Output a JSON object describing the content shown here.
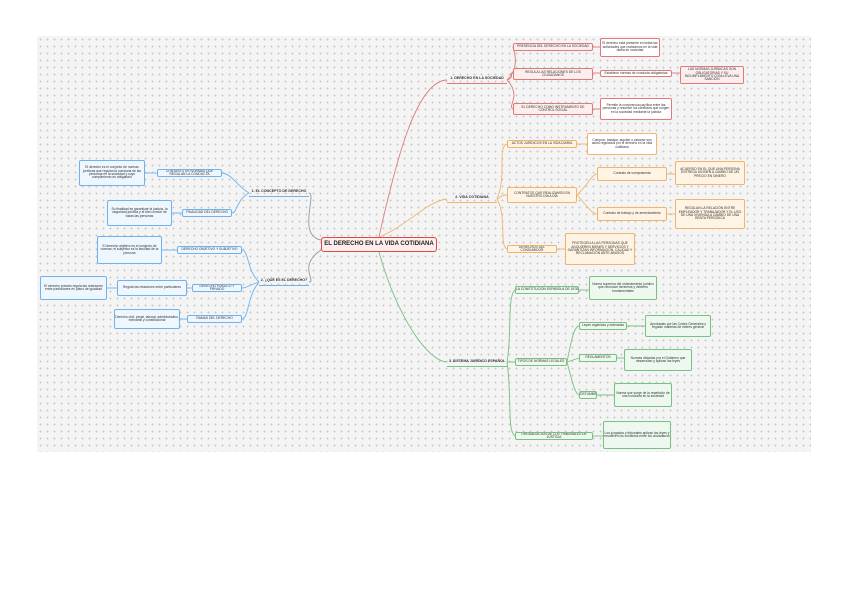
{
  "root": "EL DERECHO EN LA VIDA COTIDIANA",
  "colors": {
    "red": "#e07a7a",
    "orange": "#f0b46a",
    "green": "#79c083",
    "blue": "#6fb3ee",
    "root": "#d94a4a"
  },
  "red_branch": {
    "title": "1. DERECHO EN LA SOCIEDAD",
    "sub1": "PRESENCIA DEL DERECHO EN LA SOCIEDAD",
    "sub1_note": "El derecho está presente en todas las actividades que realizamos en la vida diaria en sociedad",
    "sub2": "REGULA LAS RELACIONES DE LOS CIUDADANOS",
    "sub2_note": "Establece normas de conducta obligatorias",
    "sub2_note2": "LAS NORMAS JURÍDICAS SON OBLIGATORIAS Y SU INCUMPLIMIENTO CONLLEVA UNA SANCIÓN",
    "sub3": "EL DERECHO COMO INSTRUMENTO DE CONTROL SOCIAL",
    "sub3_note": "Permite la convivencia pacífica entre las personas y resuelve los conflictos que surgen en la sociedad mediante la justicia"
  },
  "orange_branch": {
    "title": "2. VIDA COTIDIANA",
    "sub1": "ACTOS JURÍDICOS EN LA VIDA DIARIA",
    "sub1_note": "Comprar, trabajar, alquilar o casarse son actos regulados por el derecho en la vida cotidiana",
    "sub2": "CONTRATOS QUE REALIZAMOS EN NUESTRO DÍA A DÍA",
    "sub2_a": "Contrato de compraventa",
    "sub2_a_note": "ACUERDO EN EL QUE UNA PERSONA ENTREGA UN BIEN A CAMBIO DE UN PRECIO EN DINERO",
    "sub2_b": "Contrato de trabajo y de arrendamiento",
    "sub2_b_note": "REGULAN LA RELACIÓN ENTRE EMPLEADOR Y TRABAJADOR Y EL USO DE UNA VIVIENDA A CAMBIO DE UNA RENTA PERIÓDICA",
    "sub3": "DERECHOS DEL CONSUMIDOR",
    "sub3_note": "PROTEGEN A LAS PERSONAS QUE ADQUIEREN BIENES Y SERVICIOS Y GARANTIZAN INFORMACIÓN, CALIDAD Y RECLAMACIÓN ANTE ABUSOS"
  },
  "green_branch": {
    "title": "3. SISTEMA JURÍDICO ESPAÑOL",
    "sub1": "LA CONSTITUCIÓN ESPAÑOLA DE 1978",
    "sub1_note": "Norma suprema del ordenamiento jurídico que reconoce derechos y deberes fundamentales",
    "sub2": "TIPOS DE NORMAS LEGALES",
    "sub2_a": "Leyes orgánicas y ordinarias",
    "sub2_a_note": "Aprobadas por las Cortes Generales y regulan materias de interés general",
    "sub2_b": "REGLAMENTOS",
    "sub2_b_note": "Normas dictadas por el Gobierno que desarrollan y aplican las leyes",
    "sub2_c": "COSTUMBRE",
    "sub2_c_note": "Norma que surge de la repetición de una conducta en la sociedad",
    "sub3": "ORGANIZACIÓN DE LOS TRIBUNALES DE JUSTICIA",
    "sub3_note": "Los juzgados y tribunales aplican las leyes y resuelven los conflictos entre los ciudadanos"
  },
  "blue_branch": {
    "title1": "1. EL CONCEPTO DE DERECHO",
    "t1_sub1": "CONJUNTO DE NORMAS QUE REGULAN LA CONDUCTA",
    "t1_sub1_note": "El derecho es el conjunto de normas jurídicas que regulan la conducta de las personas en la sociedad y cuyo cumplimiento es obligatorio",
    "t1_sub2": "FINALIDAD DEL DERECHO",
    "t1_sub2_note": "Su finalidad es garantizar la justicia, la seguridad jurídica y el bien común de todas las personas",
    "title2": "2. ¿QUÉ ES EL DERECHO?",
    "t2_sub1": "DERECHO OBJETIVO Y SUBJETIVO",
    "t2_sub1_note": "El derecho objetivo es el conjunto de normas; el subjetivo es la facultad de la persona",
    "t2_sub2": "DERECHO PÚBLICO Y PRIVADO",
    "t2_sub2_a": "Regula las relaciones entre particulares",
    "t2_sub2_a_note": "El derecho privado regula las relaciones entre particulares en plano de igualdad",
    "t2_sub3": "RAMAS DEL DERECHO",
    "t2_sub3_note": "Derecho civil, penal, laboral, administrativo, mercantil y constitucional"
  }
}
